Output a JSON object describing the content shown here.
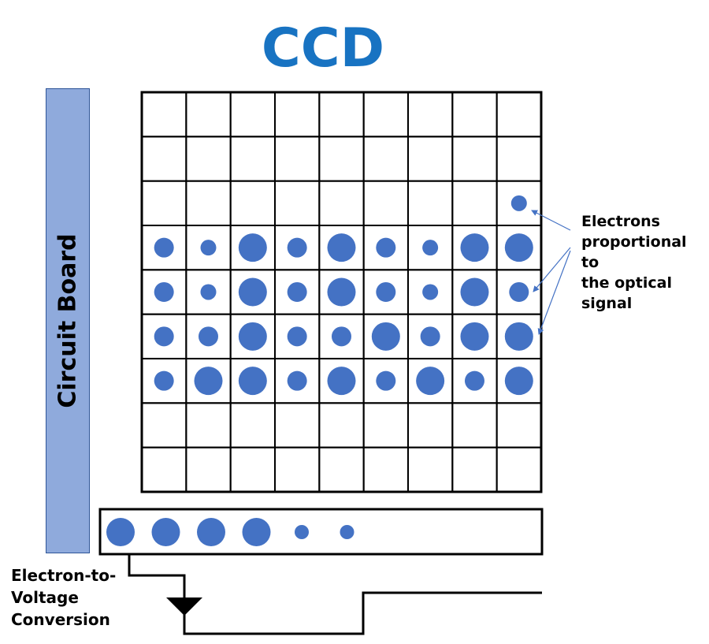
{
  "title": "CCD",
  "circuit_board_label": "Circuit Board",
  "annotation": {
    "electrons": "Electrons\nproportional to\nthe optical\nsignal"
  },
  "conversion_label": "Electron-to-\nVoltage\nConversion",
  "colors": {
    "title": "#1873c2",
    "electron": "#4472c4",
    "board_fill": "#8faadc",
    "board_border": "#2f5597",
    "arrow": "#4472c4"
  },
  "grid": {
    "columns": 9,
    "rows": 9,
    "electrons": [
      {
        "row": 2,
        "col": 8,
        "size": "small"
      },
      {
        "row": 3,
        "col": 0,
        "size": "medium"
      },
      {
        "row": 3,
        "col": 1,
        "size": "small"
      },
      {
        "row": 3,
        "col": 2,
        "size": "large"
      },
      {
        "row": 3,
        "col": 3,
        "size": "medium"
      },
      {
        "row": 3,
        "col": 4,
        "size": "large"
      },
      {
        "row": 3,
        "col": 5,
        "size": "medium"
      },
      {
        "row": 3,
        "col": 6,
        "size": "small"
      },
      {
        "row": 3,
        "col": 7,
        "size": "large"
      },
      {
        "row": 3,
        "col": 8,
        "size": "large"
      },
      {
        "row": 4,
        "col": 0,
        "size": "medium"
      },
      {
        "row": 4,
        "col": 1,
        "size": "small"
      },
      {
        "row": 4,
        "col": 2,
        "size": "large"
      },
      {
        "row": 4,
        "col": 3,
        "size": "medium"
      },
      {
        "row": 4,
        "col": 4,
        "size": "large"
      },
      {
        "row": 4,
        "col": 5,
        "size": "medium"
      },
      {
        "row": 4,
        "col": 6,
        "size": "small"
      },
      {
        "row": 4,
        "col": 7,
        "size": "large"
      },
      {
        "row": 4,
        "col": 8,
        "size": "medium"
      },
      {
        "row": 5,
        "col": 0,
        "size": "medium"
      },
      {
        "row": 5,
        "col": 1,
        "size": "medium"
      },
      {
        "row": 5,
        "col": 2,
        "size": "large"
      },
      {
        "row": 5,
        "col": 3,
        "size": "medium"
      },
      {
        "row": 5,
        "col": 4,
        "size": "medium"
      },
      {
        "row": 5,
        "col": 5,
        "size": "large"
      },
      {
        "row": 5,
        "col": 6,
        "size": "medium"
      },
      {
        "row": 5,
        "col": 7,
        "size": "large"
      },
      {
        "row": 5,
        "col": 8,
        "size": "large"
      },
      {
        "row": 6,
        "col": 0,
        "size": "medium"
      },
      {
        "row": 6,
        "col": 1,
        "size": "large"
      },
      {
        "row": 6,
        "col": 2,
        "size": "large"
      },
      {
        "row": 6,
        "col": 3,
        "size": "medium"
      },
      {
        "row": 6,
        "col": 4,
        "size": "large"
      },
      {
        "row": 6,
        "col": 5,
        "size": "medium"
      },
      {
        "row": 6,
        "col": 6,
        "size": "large"
      },
      {
        "row": 6,
        "col": 7,
        "size": "medium"
      },
      {
        "row": 6,
        "col": 8,
        "size": "large"
      }
    ]
  },
  "register": {
    "electrons": [
      "large",
      "large",
      "large",
      "large",
      "small",
      "small"
    ]
  }
}
